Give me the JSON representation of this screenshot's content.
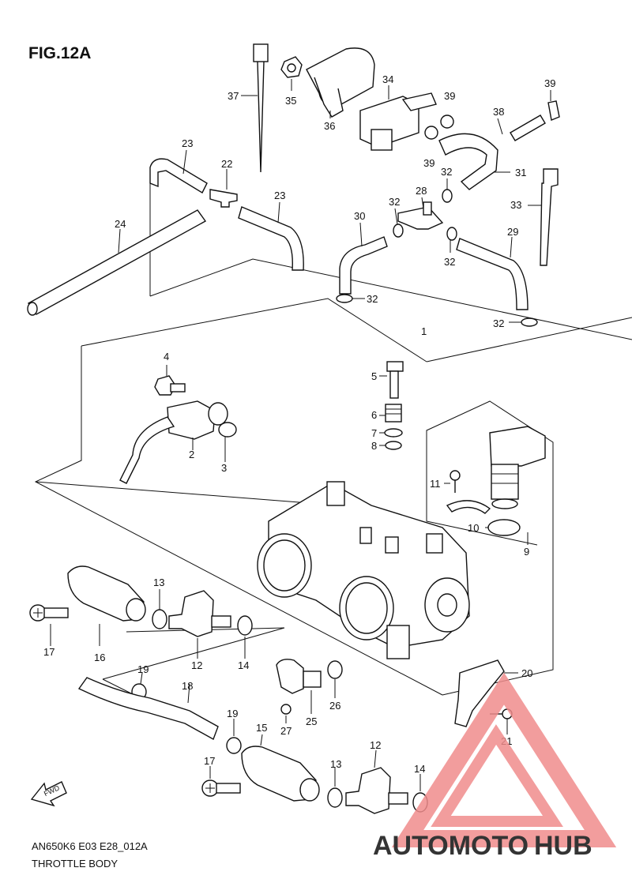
{
  "figure": {
    "title": "FIG.12A",
    "model_code": "AN650K6 E03 E28_012A",
    "caption": "THROTTLE BODY",
    "fwd_label": "FWD"
  },
  "callouts": [
    {
      "key": "c37",
      "text": "37"
    },
    {
      "key": "c35",
      "text": "35"
    },
    {
      "key": "c36",
      "text": "36"
    },
    {
      "key": "c34",
      "text": "34"
    },
    {
      "key": "c39a",
      "text": "39"
    },
    {
      "key": "c39b",
      "text": "39"
    },
    {
      "key": "c39c",
      "text": "39"
    },
    {
      "key": "c38",
      "text": "38"
    },
    {
      "key": "c31",
      "text": "31"
    },
    {
      "key": "c33",
      "text": "33"
    },
    {
      "key": "c23a",
      "text": "23"
    },
    {
      "key": "c22",
      "text": "22"
    },
    {
      "key": "c23b",
      "text": "23"
    },
    {
      "key": "c24",
      "text": "24"
    },
    {
      "key": "c30",
      "text": "30"
    },
    {
      "key": "c32a",
      "text": "32"
    },
    {
      "key": "c28",
      "text": "28"
    },
    {
      "key": "c32b",
      "text": "32"
    },
    {
      "key": "c29",
      "text": "29"
    },
    {
      "key": "c32c",
      "text": "32"
    },
    {
      "key": "c32d",
      "text": "32"
    },
    {
      "key": "c32e",
      "text": "32"
    },
    {
      "key": "c1",
      "text": "1"
    },
    {
      "key": "c4",
      "text": "4"
    },
    {
      "key": "c5",
      "text": "5"
    },
    {
      "key": "c6",
      "text": "6"
    },
    {
      "key": "c7",
      "text": "7"
    },
    {
      "key": "c8",
      "text": "8"
    },
    {
      "key": "c2",
      "text": "2"
    },
    {
      "key": "c3",
      "text": "3"
    },
    {
      "key": "c11",
      "text": "11"
    },
    {
      "key": "c10",
      "text": "10"
    },
    {
      "key": "c9",
      "text": "9"
    },
    {
      "key": "c13a",
      "text": "13"
    },
    {
      "key": "c17a",
      "text": "17"
    },
    {
      "key": "c16",
      "text": "16"
    },
    {
      "key": "c12a",
      "text": "12"
    },
    {
      "key": "c14a",
      "text": "14"
    },
    {
      "key": "c19a",
      "text": "19"
    },
    {
      "key": "c18",
      "text": "18"
    },
    {
      "key": "c27",
      "text": "27"
    },
    {
      "key": "c25",
      "text": "25"
    },
    {
      "key": "c26",
      "text": "26"
    },
    {
      "key": "c20",
      "text": "20"
    },
    {
      "key": "c21",
      "text": "21"
    },
    {
      "key": "c19b",
      "text": "19"
    },
    {
      "key": "c15",
      "text": "15"
    },
    {
      "key": "c12b",
      "text": "12"
    },
    {
      "key": "c17b",
      "text": "17"
    },
    {
      "key": "c13b",
      "text": "13"
    },
    {
      "key": "c14b",
      "text": "14"
    }
  ],
  "watermark": {
    "text_light": "AUTOMOTO",
    "text_dark": "HUB",
    "color_light": "#f4b183",
    "color_accent": "#f08c8c",
    "color_dark": "#5a5a5a"
  },
  "colors": {
    "line": "#111111",
    "background": "#ffffff"
  }
}
